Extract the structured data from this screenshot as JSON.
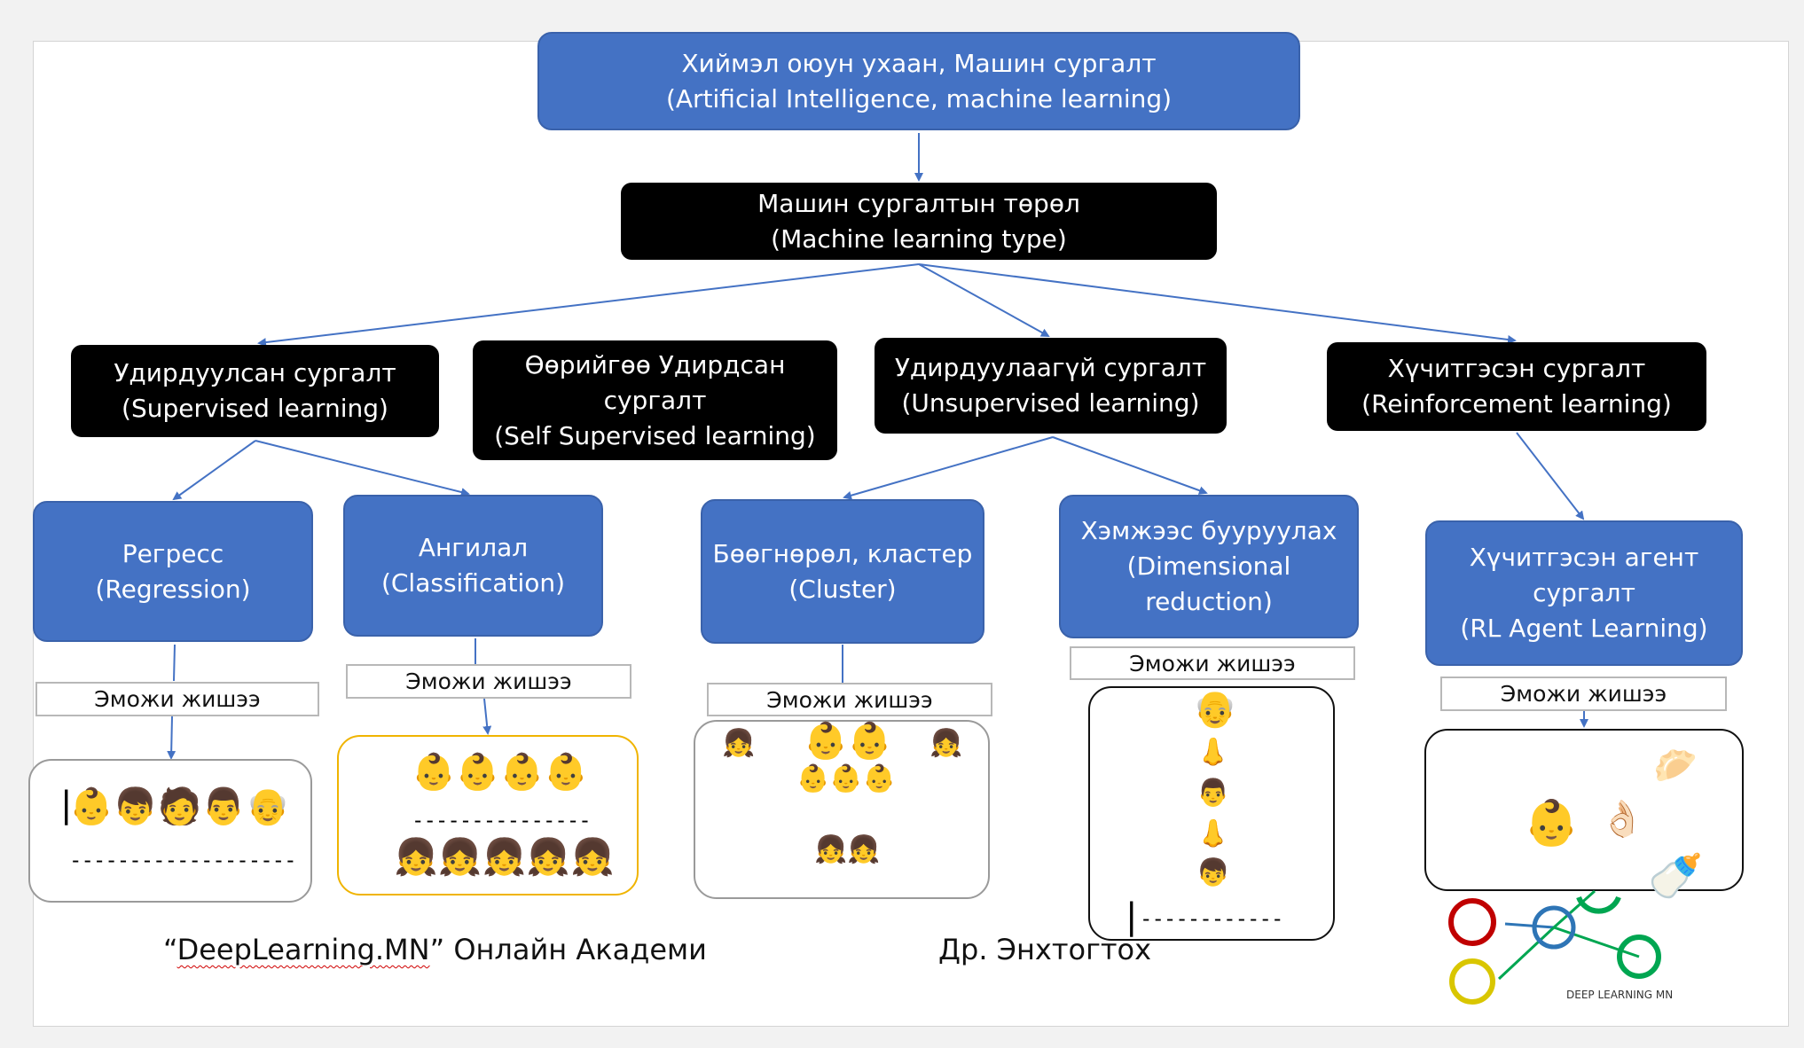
{
  "root": {
    "line1": "Хиймэл оюун ухаан, Машин сургалт",
    "line2": "(Artificial Intelligence, machine learning)"
  },
  "type": {
    "line1": "Машин сургалтын төрөл",
    "line2": "(Machine learning type)"
  },
  "categories": {
    "supervised": {
      "line1": "Удирдуулсан сургалт",
      "line2": "(Supervised learning)"
    },
    "self_supervised": {
      "line1": "Өөрийгөө Удирдсан",
      "line2": "сургалт",
      "line3": "(Self Supervised learning)"
    },
    "unsupervised": {
      "line1": "Удирдуулаагүй сургалт",
      "line2": "(Unsupervised learning)"
    },
    "reinforcement": {
      "line1": "Хүчитгэсэн сургалт",
      "line2": "(Reinforcement learning)"
    }
  },
  "tasks": {
    "regression": {
      "line1": "Регресс",
      "line2": "(Regression)"
    },
    "classification": {
      "line1": "Ангилал",
      "line2": "(Classification)"
    },
    "cluster": {
      "line1": "Бөөгнөрөл, кластер",
      "line2": "(Cluster)"
    },
    "dimred": {
      "line1": "Хэмжээс бууруулах",
      "line2": "(Dimensional",
      "line3": "reduction)"
    },
    "rl_agent": {
      "line1": "Хүчитгэсэн агент",
      "line2": "сургалт",
      "line3": "(RL Agent Learning)"
    }
  },
  "emoji_label": "Эможи жишээ",
  "panels": {
    "regression": {
      "cursor": "|",
      "emojis": "👶👦🧑👨👴",
      "dashes": "-------------------"
    },
    "classification": {
      "top": "👶👶👶👶",
      "dashes": "---------------",
      "bottom": "👧👧👧👧👧"
    },
    "cluster": {
      "left": "👧",
      "center_top": "👶👶",
      "right": "👧",
      "center_mid": "👶👶👶",
      "bottom": "👧👧"
    },
    "dimred": {
      "e1": "👴",
      "e2": "👃",
      "e3": "👨",
      "e4": "👃",
      "e5": "👦",
      "cursor": "|",
      "dashes": "------------"
    },
    "rl": {
      "baby": "👶",
      "ok": "👌🏻",
      "dumpling": "🥟",
      "bottle": "🍼"
    }
  },
  "logo": {
    "text": "DEEP LEARNING MN",
    "colors": {
      "red": "#c00000",
      "blue": "#2e75b6",
      "green": "#00a651",
      "yellow": "#d9c600"
    }
  },
  "footer": {
    "academy_open": "“",
    "academy_name": "DeepLearning.MN",
    "academy_rest": "” Онлайн Академи",
    "author": "Др. Энхтогтох"
  },
  "colors": {
    "blue_box": "#4472c4",
    "black_box": "#000000",
    "arrow": "#4472c4",
    "panel_border_yellow": "#f0b400"
  }
}
